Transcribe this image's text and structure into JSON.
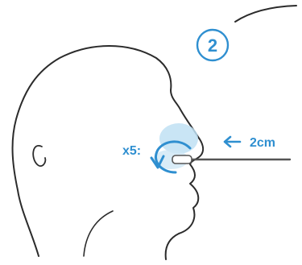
{
  "step": {
    "number": "2"
  },
  "labels": {
    "repetitions": "x5:",
    "distance": "2cm"
  },
  "colors": {
    "accent": "#2f8fd0",
    "accent_light": "#bfe0f3",
    "line": "#2b2b2b",
    "swab": "#555555"
  },
  "icons": {
    "rotation": "circular-arrow-icon",
    "direction": "left-arrow-icon"
  }
}
